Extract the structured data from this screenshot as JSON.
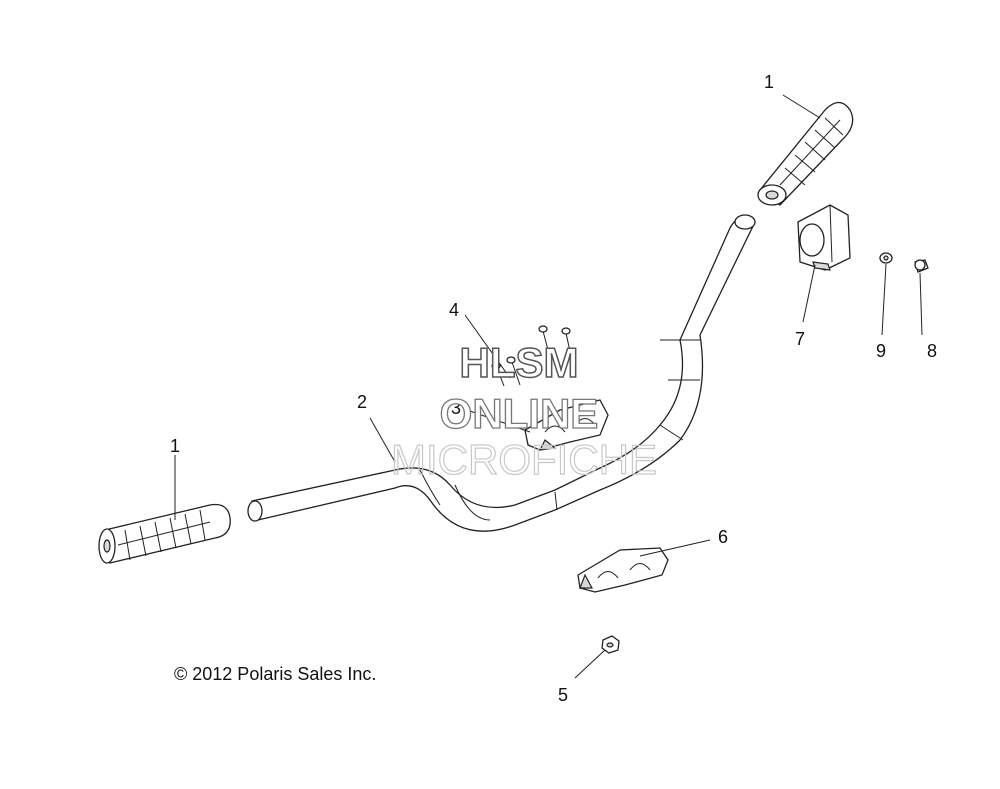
{
  "callouts": [
    "1",
    "1",
    "2",
    "3",
    "4",
    "5",
    "6",
    "7",
    "8",
    "9"
  ],
  "watermark": {
    "line1": "HLSM",
    "line2": "ONLINE",
    "line3": "MICROFICHE"
  },
  "copyright": "© 2012 Polaris Sales Inc.",
  "colors": {
    "line": "#222222",
    "watermark_stroke": "#555555",
    "watermark_light": "#c8c8c8"
  }
}
